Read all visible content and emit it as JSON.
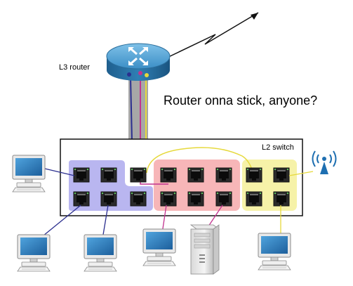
{
  "labels": {
    "router": "L3 router",
    "switch": "L2 switch",
    "caption": "Router onna stick, anyone?"
  },
  "colors": {
    "vlan_blue": "#b9b6f0",
    "vlan_red": "#f7b6b8",
    "vlan_yellow": "#f6f2a8",
    "trunk_gray": "#a7a7a7",
    "link_blue": "#2b2f8f",
    "link_magenta": "#c2338f",
    "link_yellow": "#e6d93b",
    "router_blue": "#2f7fb4"
  },
  "icons": {
    "router": "router-icon",
    "wireless": "wireless-antenna-icon",
    "computer": "desktop-computer-icon",
    "server": "tower-server-icon",
    "port": "ethernet-port-icon",
    "wan": "lightning-wan-link-icon"
  }
}
